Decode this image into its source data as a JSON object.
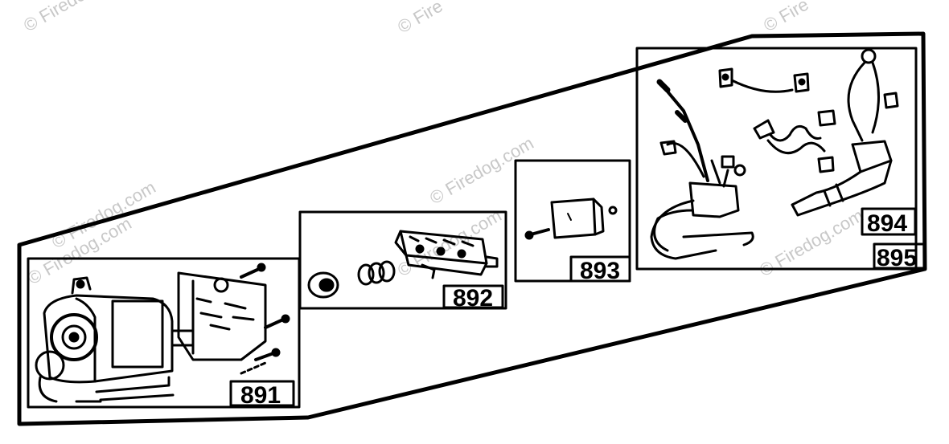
{
  "watermarks": [
    "© Firedog.com",
    "© Fire",
    "© Fire",
    "© Firedog.com",
    "© Firedog.com",
    "© Firedog.com",
    "© Firedog.com",
    "© Firedog.com"
  ],
  "parts": [
    {
      "key": "891",
      "label": "891",
      "name": "starter-motor-assembly"
    },
    {
      "key": "892",
      "label": "892",
      "name": "rectifier-assembly"
    },
    {
      "key": "893",
      "label": "893",
      "name": "solenoid"
    },
    {
      "key": "894",
      "label": "894",
      "name": "wiring-harness"
    },
    {
      "key": "895",
      "label": "895",
      "name": "starter-kit-panel"
    }
  ],
  "colors": {
    "ink": "#000000",
    "watermark": "#c8c8c8",
    "background": "#ffffff"
  }
}
